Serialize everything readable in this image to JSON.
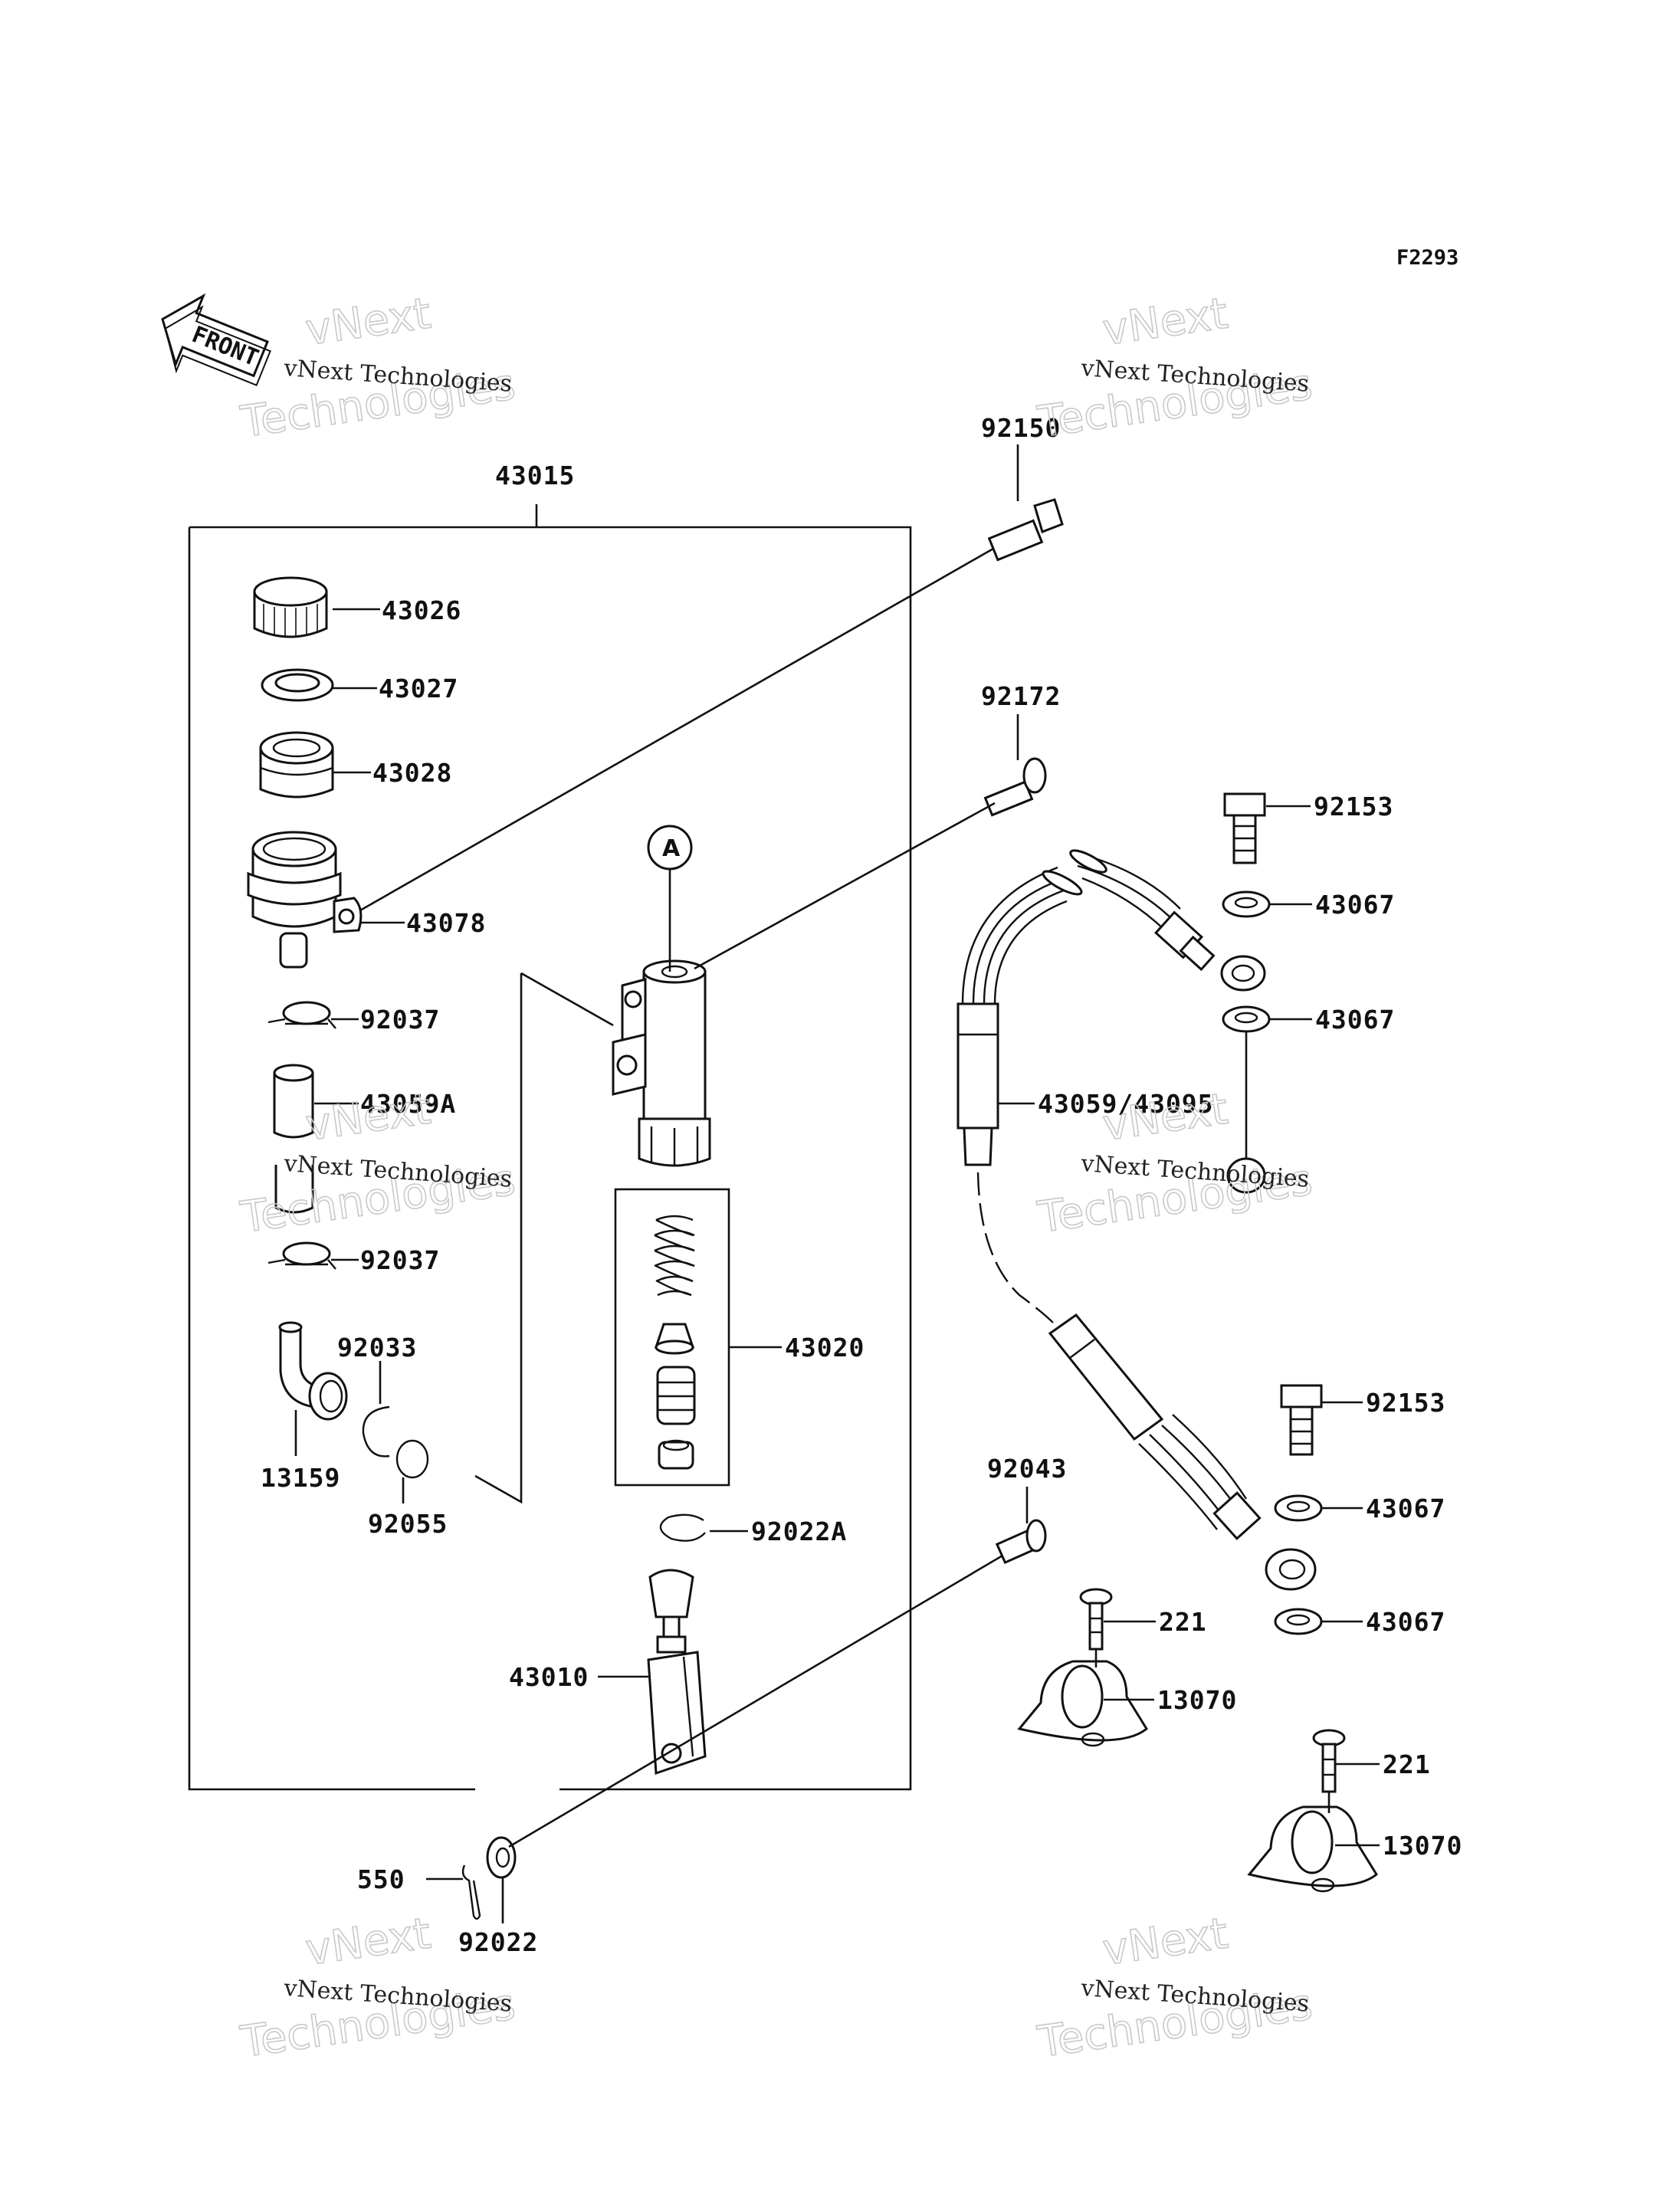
{
  "figure_code": "F2293",
  "front_label": "FRONT",
  "callout_letter": "A",
  "watermark": {
    "line1": "vNext Technologies",
    "line2": "vNext",
    "line3": "Technologies"
  },
  "parts": [
    {
      "id": "p43015",
      "label": "43015"
    },
    {
      "id": "p43026",
      "label": "43026"
    },
    {
      "id": "p43027",
      "label": "43027"
    },
    {
      "id": "p43028",
      "label": "43028"
    },
    {
      "id": "p43078",
      "label": "43078"
    },
    {
      "id": "p92037a",
      "label": "92037"
    },
    {
      "id": "p43059a",
      "label": "43059A"
    },
    {
      "id": "p92037b",
      "label": "92037"
    },
    {
      "id": "p92033",
      "label": "92033"
    },
    {
      "id": "p13159",
      "label": "13159"
    },
    {
      "id": "p92055",
      "label": "92055"
    },
    {
      "id": "p43020",
      "label": "43020"
    },
    {
      "id": "p92022a",
      "label": "92022A"
    },
    {
      "id": "p43010",
      "label": "43010"
    },
    {
      "id": "p550",
      "label": "550"
    },
    {
      "id": "p92022",
      "label": "92022"
    },
    {
      "id": "p92150",
      "label": "92150"
    },
    {
      "id": "p92172",
      "label": "92172"
    },
    {
      "id": "p92153a",
      "label": "92153"
    },
    {
      "id": "p43067a",
      "label": "43067"
    },
    {
      "id": "p43067b",
      "label": "43067"
    },
    {
      "id": "p43059_43095",
      "label": "43059/43095"
    },
    {
      "id": "p92153b",
      "label": "92153"
    },
    {
      "id": "p43067c",
      "label": "43067"
    },
    {
      "id": "p43067d",
      "label": "43067"
    },
    {
      "id": "p92043",
      "label": "92043"
    },
    {
      "id": "p221a",
      "label": "221"
    },
    {
      "id": "p13070a",
      "label": "13070"
    },
    {
      "id": "p221b",
      "label": "221"
    },
    {
      "id": "p13070b",
      "label": "13070"
    }
  ]
}
